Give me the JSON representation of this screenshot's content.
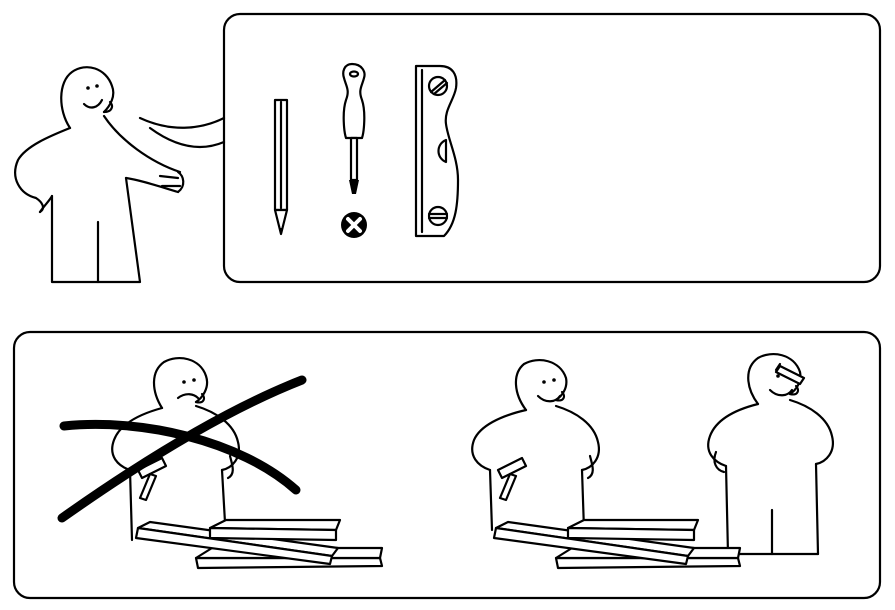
{
  "panels": [
    {
      "id": "tools-needed",
      "tools": [
        {
          "name": "pencil",
          "icon": "pencil-icon"
        },
        {
          "name": "phillips-screwdriver",
          "icon": "screwdriver-icon"
        },
        {
          "name": "spirit-level",
          "icon": "level-icon"
        }
      ],
      "marks": [
        {
          "icon": "cross-circle-icon",
          "meaning": "not-allowed"
        }
      ]
    },
    {
      "id": "assembly-advice",
      "scenes": [
        {
          "people": 1,
          "crossed_out": true,
          "icon": "person-alone-icon"
        },
        {
          "people": 2,
          "crossed_out": false,
          "icon": "two-people-icon"
        }
      ]
    }
  ],
  "colors": {
    "ink": "#000000",
    "paper": "#ffffff"
  }
}
